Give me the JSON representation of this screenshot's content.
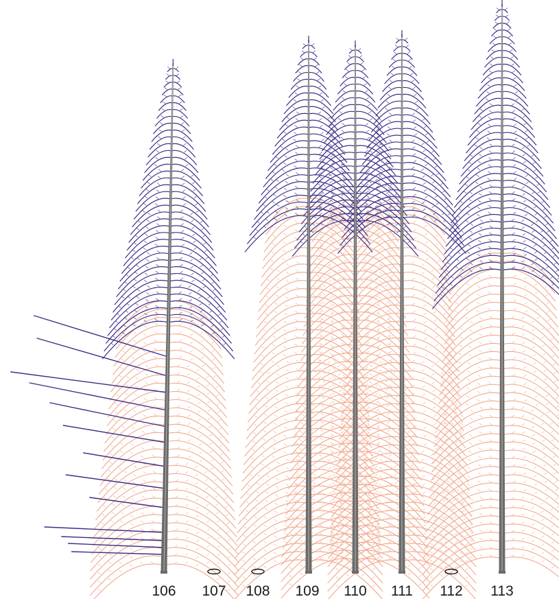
{
  "colors": {
    "background": "#ffffff",
    "upper_branch": "#3b2f86",
    "lower_branch": "#f0a88c",
    "trunk": "#6b6b6b",
    "trunk_highlight": "#b5b5b5",
    "label": "#1a1a1a"
  },
  "trees": [
    {
      "label": "106",
      "present": true,
      "lean": "left",
      "long_lower_branches": true
    },
    {
      "label": "107",
      "present": false
    },
    {
      "label": "108",
      "present": false
    },
    {
      "label": "109",
      "present": true
    },
    {
      "label": "110",
      "present": true
    },
    {
      "label": "111",
      "present": true
    },
    {
      "label": "112",
      "present": false
    },
    {
      "label": "113",
      "present": true
    }
  ]
}
